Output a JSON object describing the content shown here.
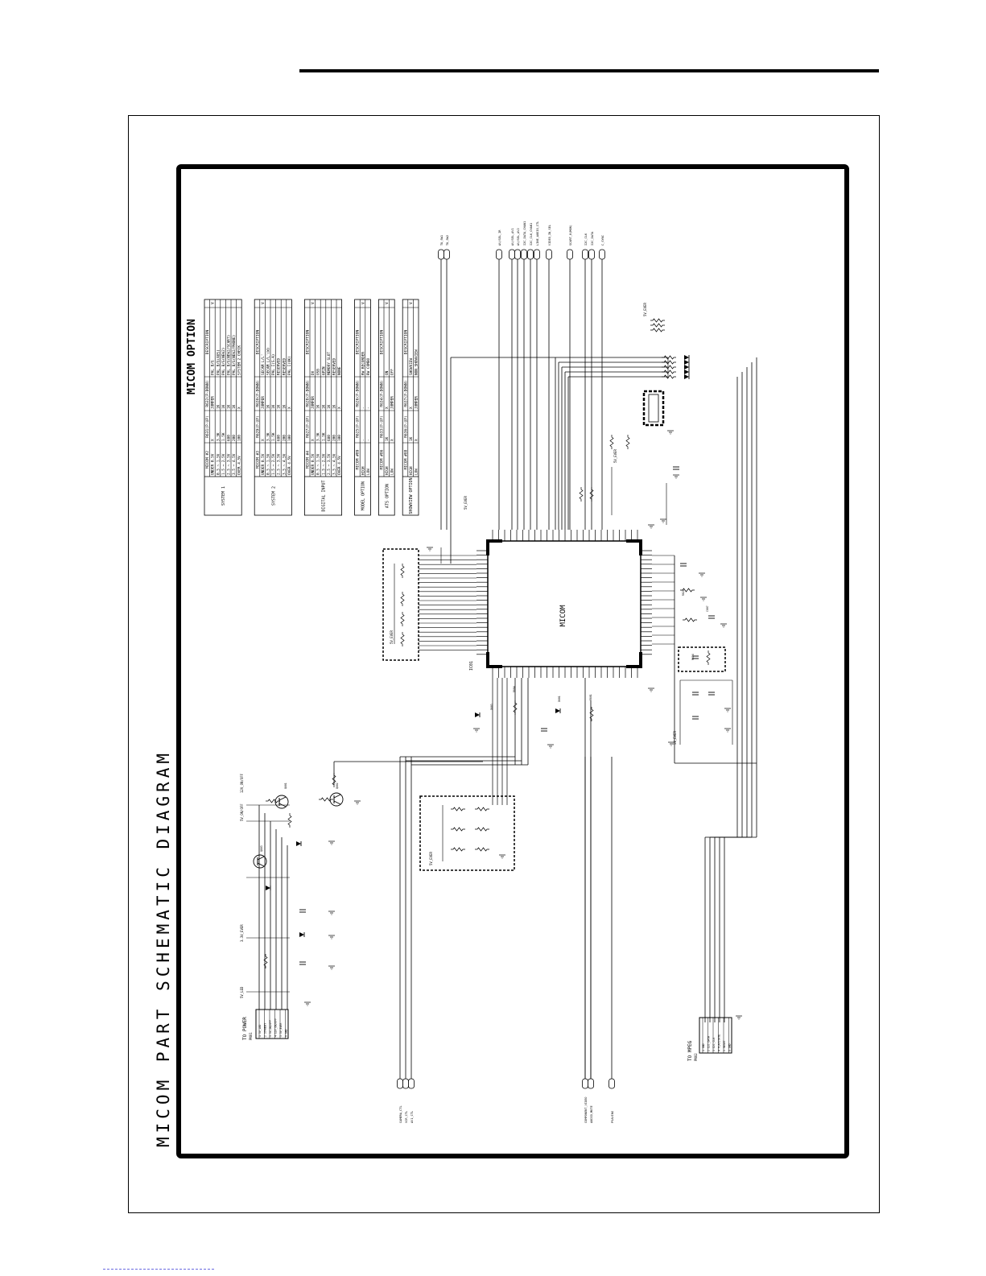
{
  "title": "MICOM PART SCHEMATIC DIAGRAM",
  "option_title": "MICOM OPTION",
  "ic_label": "MICOM",
  "ic_ref": "IC01",
  "power_connector": {
    "title": "TO POWER",
    "ref": "PN01",
    "pins": [
      "5V_LED",
      "STANDBY",
      "5V_ON/OFF",
      "12V_ON/OFF",
      "5V_EVER",
      "GND"
    ]
  },
  "mpeg_connector": {
    "title": "TO MPEG",
    "ref": "PN02",
    "pins": [
      "GND",
      "I2C_DATA",
      "I2C_CLK",
      "PLAYSTATE",
      "RESET",
      "GND"
    ]
  },
  "top_signals": [
    "TU_SW1",
    "TU_SW2",
    "AV/SEL_IR",
    "AV/SEL_AV1",
    "AV/SEL_AV2",
    "I2C_DATA_CHAN1",
    "I2C_CLK_CHAN1",
    "LINE_AUDIO_CTL",
    "VIDEO_IN_SEL",
    "SCART_8(MON)",
    "I2C_CLK",
    "I2C_DATA",
    "C_SYNC"
  ],
  "left_signals": [
    "CAMERA_CTL",
    "VCR_CTL",
    "AV1_CTL",
    "COMPONENT_VIDEO",
    "AUDIO_MUTE",
    "PSAVING"
  ],
  "rails": {
    "rail1": "5V_EVER",
    "rail2": "3.3V_EVER",
    "rail3": "12V_ON/OFF",
    "rail4": "5V_ON/OFF",
    "rail5": "5V_LED"
  },
  "tables": [
    {
      "id": "system1",
      "header": [
        "MICOM #2",
        "R631(P-UP)",
        "R632(P-DOWN)",
        "DESCRIPTION"
      ],
      "label": "SYSTEM 1",
      "rows": [
        [
          "UNDER 0.5V",
          "X",
          "JUMPER",
          "PAL B/G"
        ],
        [
          "0.5 ~ 1.5V",
          "3.3K",
          "1K",
          "PAL B/G(AUS)"
        ],
        [
          "1.5 ~ 2.5V",
          "1.5K",
          "1K",
          "PAL B/G(NEW2)"
        ],
        [
          "2.5 ~ 3.5V",
          "680",
          "1K",
          "PAL B/G(NEW2/SCART)"
        ],
        [
          "3.5 ~ 4.5V",
          "200",
          "1K",
          "PAL B/G(NEW2/PHONE)"
        ],
        [
          "OVER 4.5V",
          "100",
          "X",
          "SYSTEM 2 CHECK"
        ]
      ],
      "check": "V"
    },
    {
      "id": "system2",
      "header": [
        "MICOM #3",
        "R629(P-UP)",
        "R630(P-DOWN)",
        "DESCRIPTION"
      ],
      "label": "SYSTEM 2",
      "rows": [
        [
          "UNDER 0.5V",
          "X",
          "JUMPER",
          "SECAM L/L'"
        ],
        [
          "0.5 ~ 1.5V",
          "3.3K",
          "1K",
          "SECAM L/L'(W)"
        ],
        [
          "1.5 ~ 2.5V",
          "1.5K",
          "1K",
          "PAL I(S.A)"
        ],
        [
          "2.5 ~ 3.5V",
          "680",
          "1K",
          "RESERVED"
        ],
        [
          "3.5 ~ 4.5V",
          "200",
          "1K",
          "RESERVED"
        ],
        [
          "OVER 4.5V",
          "100",
          "X",
          "PAL I(UK)"
        ]
      ],
      "check": "V"
    },
    {
      "id": "digital",
      "header": [
        "MICOM #4",
        "R627(P-UP)",
        "R628(P-DOWN)",
        "DESCRIPTION"
      ],
      "label": "DIGITAL INPUT",
      "rows": [
        [
          "UNDER 0.5V",
          "X",
          "JUMPER",
          "DV"
        ],
        [
          "0.5 ~ 1.5V",
          "3.3K",
          "1K",
          "USB"
        ],
        [
          "1.5 ~ 2.5V",
          "1.5K",
          "1K",
          "6PIN"
        ],
        [
          "2.5 ~ 3.5V",
          "680",
          "1K",
          "MEMORY SLOT"
        ],
        [
          "3.5 ~ 4.5V",
          "200",
          "1K",
          "RESERVED"
        ],
        [
          "OVER 4.5V",
          "100",
          "X",
          "NONE"
        ]
      ],
      "check": "V"
    },
    {
      "id": "model",
      "header": [
        "MICOM #89",
        "R625(P-UP)",
        "R626(P-DOWN)",
        "DESCRIPTION"
      ],
      "label": "MODEL OPTION",
      "rows": [
        [
          "HIGH",
          "-",
          "-",
          "RW RECORDER"
        ],
        [
          "LOW",
          "-",
          "-",
          "RW COMBO"
        ]
      ],
      "check": "V"
    },
    {
      "id": "ats",
      "header": [
        "MICOM #86",
        "R633(P-UP)",
        "R634(P-DOWN)",
        "DESCRIPTION"
      ],
      "label": "ATS OPTION",
      "rows": [
        [
          "HIGH",
          "1K",
          "X",
          "ON"
        ],
        [
          "LOW",
          "X",
          "JUMPER",
          "OFF"
        ]
      ],
      "check": "V"
    },
    {
      "id": "showview",
      "header": [
        "MICOM #88",
        "R636(P-UP)",
        "R637(P-DOWN)",
        "DESCRIPTION"
      ],
      "label": "SHOWVIEW OPTION",
      "rows": [
        [
          "HIGH",
          "1K",
          "X",
          "SHOWVIEW"
        ],
        [
          "LOW",
          "X",
          "JUMPER",
          "NON_SHOWVIEW"
        ]
      ],
      "check": "V"
    }
  ]
}
